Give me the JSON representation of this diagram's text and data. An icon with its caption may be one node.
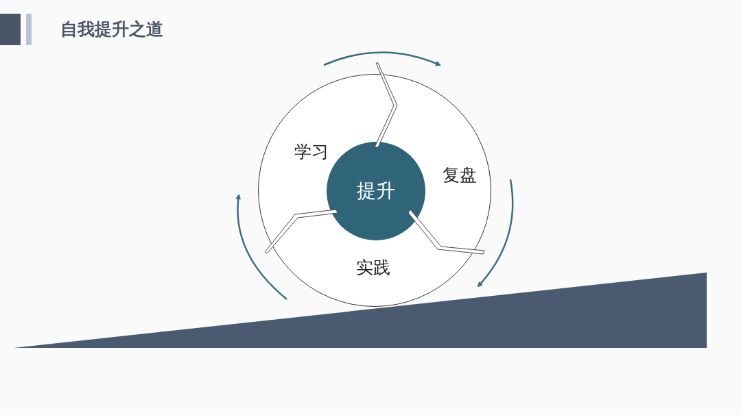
{
  "diagram": {
    "title": "自我提升之道",
    "nodes": [
      {
        "text": [],
        "shape": "circle"
      },
      {
        "text": [
          "学习"
        ],
        "in": 0
      },
      {
        "text": [
          "复盘"
        ],
        "in": 0
      },
      {
        "text": [
          "提升"
        ],
        "in": 0
      },
      {
        "text": [
          "实践"
        ],
        "in": 0
      }
    ]
  }
}
